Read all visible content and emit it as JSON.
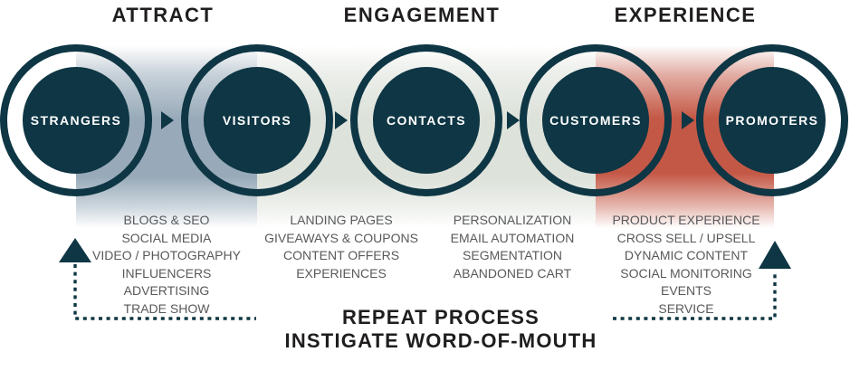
{
  "colors": {
    "dark_teal": "#0e3644",
    "heading_text": "#1f1d1e",
    "list_text": "#58595b",
    "stage_label_text": "#ffffff",
    "band_attract_blue": "#8fa3b3",
    "band_engagement_gray": "#dbe0d8",
    "band_experience_red": "#bf4a36",
    "background": "#ffffff"
  },
  "phases": [
    {
      "label": "ATTRACT"
    },
    {
      "label": "ENGAGEMENT"
    },
    {
      "label": "EXPERIENCE"
    }
  ],
  "stages": [
    {
      "label": "STRANGERS"
    },
    {
      "label": "VISITORS"
    },
    {
      "label": "CONTACTS"
    },
    {
      "label": "CUSTOMERS"
    },
    {
      "label": "PROMOTERS"
    }
  ],
  "tactics": [
    {
      "items": [
        "BLOGS & SEO",
        "SOCIAL MEDIA",
        "VIDEO / PHOTOGRAPHY",
        "INFLUENCERS",
        "ADVERTISING",
        "TRADE SHOW"
      ]
    },
    {
      "items": [
        "LANDING PAGES",
        "GIVEAWAYS & COUPONS",
        "CONTENT OFFERS",
        "EXPERIENCES"
      ]
    },
    {
      "items": [
        "PERSONALIZATION",
        "EMAIL AUTOMATION",
        "SEGMENTATION",
        "ABANDONED CART"
      ]
    },
    {
      "items": [
        "PRODUCT EXPERIENCE",
        "CROSS SELL / UPSELL",
        "DYNAMIC CONTENT",
        "SOCIAL MONITORING",
        "EVENTS",
        "SERVICE"
      ]
    }
  ],
  "footer": {
    "line1": "REPEAT PROCESS",
    "line2": "INSTIGATE WORD-OF-MOUTH"
  }
}
